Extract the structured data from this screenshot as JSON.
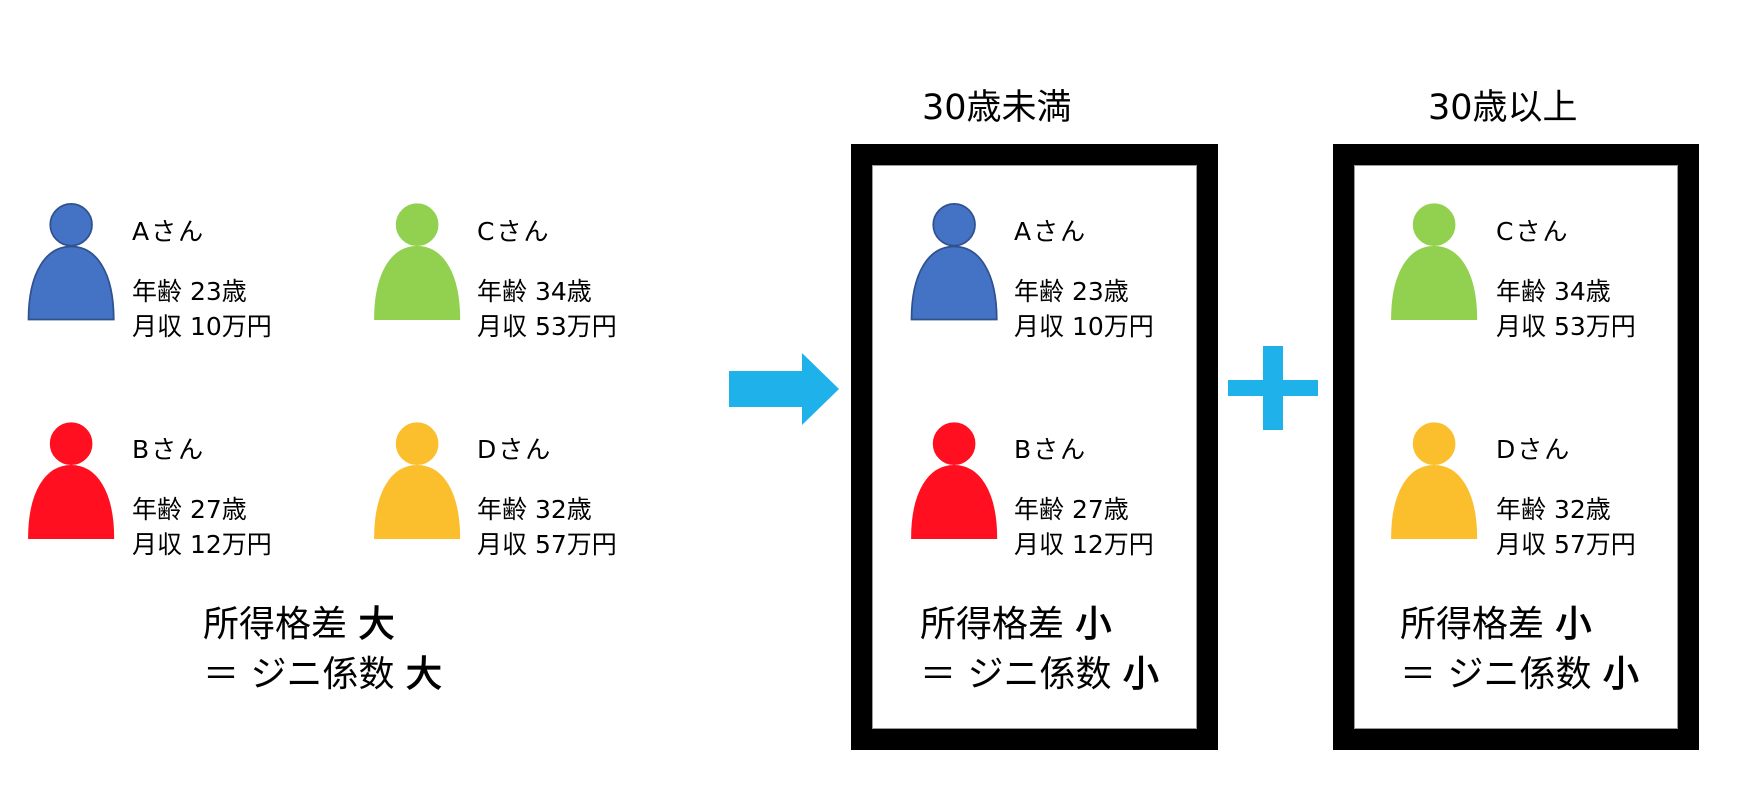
{
  "people": {
    "A": {
      "name": "Aさん",
      "age": "年齢 23歳",
      "income": "月収 10万円",
      "color": "#4472C4",
      "outline": "#2F528F"
    },
    "B": {
      "name": "Bさん",
      "age": "年齢 27歳",
      "income": "月収 12万円",
      "color": "#FF0F1F",
      "outline": "#FF0F1F"
    },
    "C": {
      "name": "Cさん",
      "age": "年齢 34歳",
      "income": "月収 53万円",
      "color": "#92D050",
      "outline": "#92D050"
    },
    "D": {
      "name": "Dさん",
      "age": "年齢 32歳",
      "income": "月収 57万円",
      "color": "#FBBF2E",
      "outline": "#FBBF2E"
    }
  },
  "overall": {
    "line1_text": "所得格差 ",
    "line1_level": "大",
    "line2_text": "＝ ジニ係数 ",
    "line2_level": "大"
  },
  "groups": [
    {
      "label": "30歳未満",
      "line1_text": "所得格差 ",
      "line1_level": "小",
      "line2_text": "＝ ジニ係数 ",
      "line2_level": "小"
    },
    {
      "label": "30歳以上",
      "line1_text": "所得格差 ",
      "line1_level": "小",
      "line2_text": "＝ ジニ係数 ",
      "line2_level": "小"
    }
  ],
  "connectors": {
    "arrow": "right-arrow-icon",
    "plus": "plus-icon",
    "color": "#1FB1EA"
  }
}
